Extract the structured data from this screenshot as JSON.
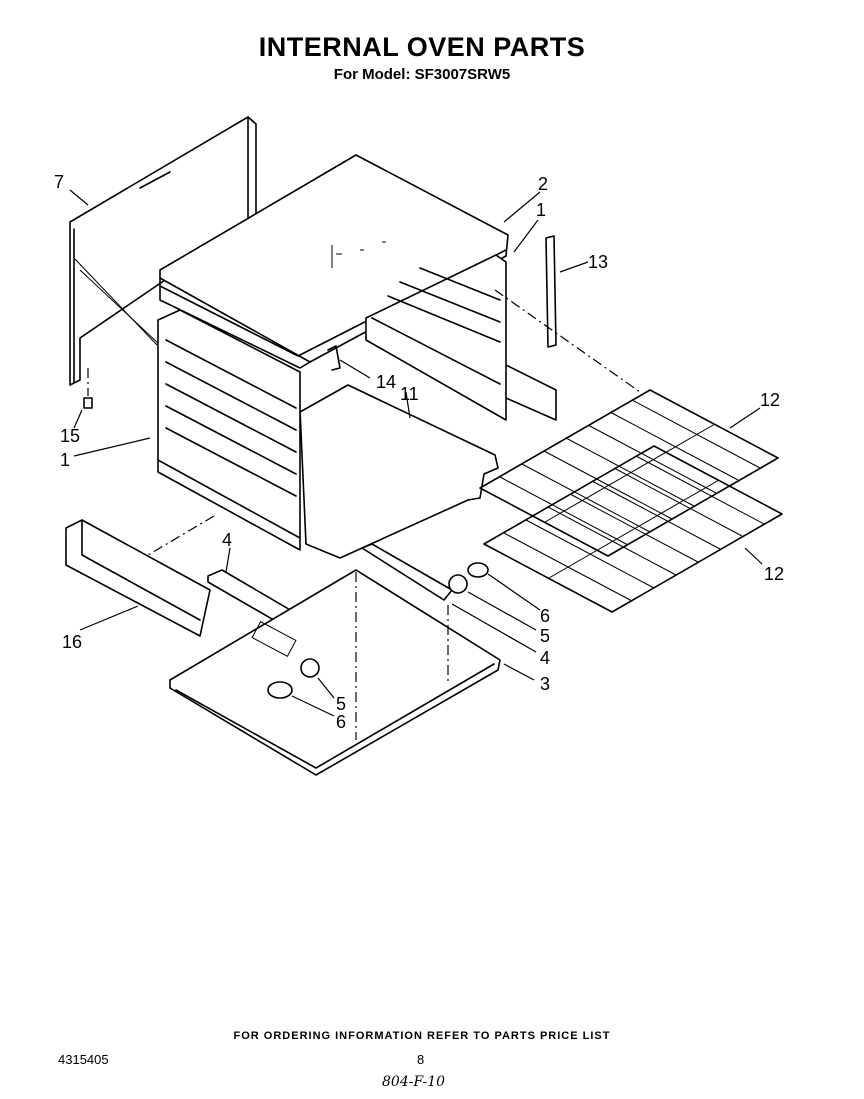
{
  "header": {
    "title": "INTERNAL OVEN PARTS",
    "subtitle": "For Model: SF3007SRW5"
  },
  "footer": {
    "note": "FOR ORDERING INFORMATION REFER TO PARTS PRICE LIST",
    "doc_number": "4315405",
    "page_number": "8",
    "handwritten": "804-F-10"
  },
  "callouts": [
    "7",
    "2",
    "1",
    "13",
    "14",
    "11",
    "15",
    "1",
    "12",
    "12",
    "4",
    "6",
    "5",
    "4",
    "3",
    "16",
    "5",
    "6"
  ]
}
